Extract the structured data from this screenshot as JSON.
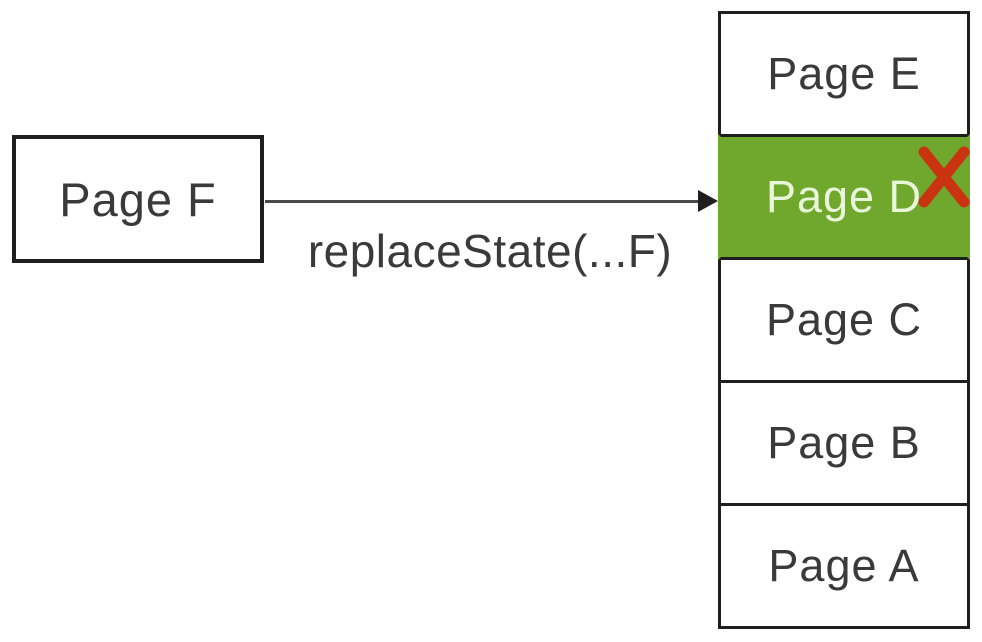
{
  "diagram": {
    "source_box": {
      "label": "Page F"
    },
    "arrow_label": "replaceState(...F)",
    "history_stack": {
      "items": [
        {
          "label": "Page E",
          "highlighted": false,
          "crossed_out": false
        },
        {
          "label": "Page D",
          "highlighted": true,
          "crossed_out": true
        },
        {
          "label": "Page C",
          "highlighted": false,
          "crossed_out": false
        },
        {
          "label": "Page B",
          "highlighted": false,
          "crossed_out": false
        },
        {
          "label": "Page A",
          "highlighted": false,
          "crossed_out": false
        }
      ]
    },
    "colors": {
      "highlight_green": "#6fa82d",
      "cross_red": "#c93310",
      "border_black": "#1f1f1f",
      "text_dark": "#3a3a3a",
      "highlight_text": "#e9f6da"
    }
  }
}
